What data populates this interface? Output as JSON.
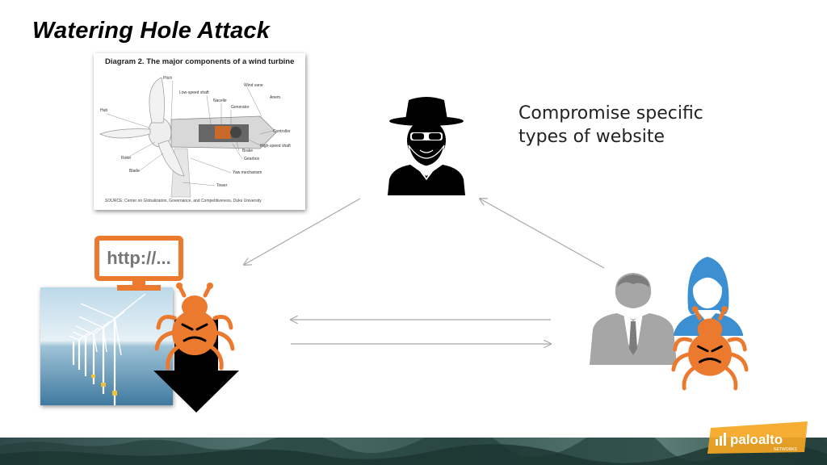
{
  "slide": {
    "title": "Watering Hole Attack",
    "caption_line1": "Compromise specific",
    "caption_line2": "types of website"
  },
  "diagram": {
    "title": "Diagram 2. The major components of a wind turbine",
    "labels": {
      "pitch": "Pitch",
      "wind_vane": "Wind vane",
      "low_speed_shaft": "Low-speed shaft",
      "nacelle": "Nacelle",
      "generator": "Generator",
      "anemometer": "Anem.",
      "hub": "Hub",
      "controller": "Controller",
      "brake": "Brake",
      "high_speed_shaft": "High-speed shaft",
      "gearbox": "Gearbox",
      "rotor": "Rotor",
      "blade": "Blade",
      "yaw_mechanism": "Yaw mechanism",
      "tower": "Tower"
    },
    "source": "SOURCE: Center on Globalization, Governance, and Competitiveness, Duke University"
  },
  "website": {
    "url_text": "http://..."
  },
  "brand": {
    "name": "paloalto",
    "sub": "NETWORKS"
  },
  "colors": {
    "orange": "#ec7a2e",
    "hacker": "#000000",
    "user_gray": "#a6a6a6",
    "user_blue": "#3c8fd1",
    "arrow_gray": "#a8a8a8"
  },
  "icons": {
    "attacker": "hacker-spy-icon",
    "malware": "bug-icon",
    "download": "download-arrow-icon",
    "monitor": "monitor-icon",
    "victims": "users-icon"
  }
}
